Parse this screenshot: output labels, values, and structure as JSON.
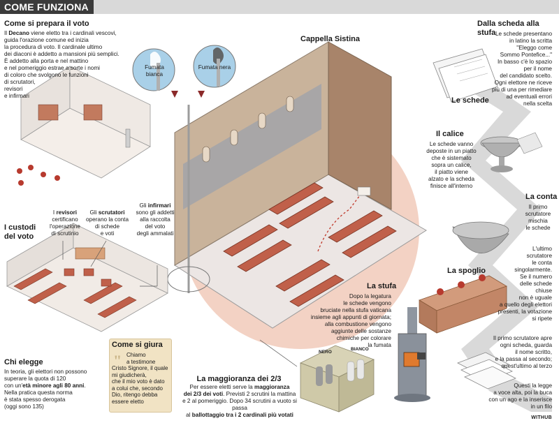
{
  "header": {
    "title": "COME FUNZIONA"
  },
  "colors": {
    "header_bar": "#3b3b3b",
    "chapel_red": "#b5533c",
    "smoke_sky": "#a9d0e8",
    "salmon_bg": "#f3d2c4",
    "path_grey": "#d0d0d0"
  },
  "prepara": {
    "title": "Come si prepara il voto",
    "text": [
      {
        "pre": "Il ",
        "bold": "Decano",
        "post": " viene eletto tra i cardinali vescovi,"
      },
      {
        "pre": "guida l'orazione comune ed inizia"
      },
      {
        "pre": "la procedura di voto. Il cardinale ultimo"
      },
      {
        "pre": "dei diaconi è addetto a mansioni più semplici."
      },
      {
        "pre": "È addetto alla porta e nel mattino"
      },
      {
        "pre": "e nel pomeriggio estrae a sorte i nomi"
      },
      {
        "pre": "di coloro che svolgono le funzioni"
      },
      {
        "pre": "di scrutatori,"
      },
      {
        "pre": "revisori"
      },
      {
        "pre": "e infirmari"
      }
    ]
  },
  "fumata": {
    "white": "Fumata bianca",
    "black": "Fumata nera"
  },
  "cappella": {
    "title": "Cappella Sistina"
  },
  "custodi": {
    "title_1": "I custodi",
    "title_2": "del voto",
    "revisori": {
      "pre": "I ",
      "bold": "revisori",
      "l2": "certificano",
      "l3": "l'operazione",
      "l4": "di scrutinio"
    },
    "scrutatori": {
      "pre": "Gli ",
      "bold": "scrutatori",
      "l2": "operano la conta",
      "l3": "di schede",
      "l4": "e voti"
    },
    "infirmari": {
      "pre": "Gli ",
      "bold": "infirmari",
      "l2": "sono gli addetti",
      "l3": "alla raccolta",
      "l4": "del voto",
      "l5": "degli ammalati"
    }
  },
  "elegge": {
    "title": "Chi elegge",
    "l1": "In teoria, gli elettori non possono",
    "l2": "superare la quota di 120",
    "l3_pre": "con un'",
    "l3_bold": "età minore agli 80 anni",
    "l3_post": ".",
    "l4": "Nella pratica questa norma",
    "l5": "è stata spesso derogata",
    "l6": "(oggi sono 135)"
  },
  "giura": {
    "title": "Come si giura",
    "lines": [
      "Chiamo",
      "a testimone",
      "Cristo Signore, il quale",
      "mi giudicherà,",
      "che il mio voto è dato",
      "a colui che, secondo",
      "Dio, ritengo debba",
      "essere eletto"
    ]
  },
  "maggioranza": {
    "title": "La maggioranza dei 2/3",
    "l1_pre": "Per essere eletti serve la ",
    "l1_bold": "maggioranza",
    "l2_bold": "dei 2/3 dei voti",
    "l2_post": ". Previsti 2 scrutini la mattina",
    "l3": "e 2 al pomeriggio. Dopo 34 scrutini a vuoto si passa",
    "l4_pre": "al ",
    "l4_bold": "ballottaggio tra i 2 cardinali più votati"
  },
  "stufa": {
    "title": "La stufa",
    "lines": [
      "Dopo la legatura",
      "le schede vengono",
      "bruciate nella stufa vaticana",
      "insieme agli appunti di giornata;",
      "alla combustione vengono",
      "aggiunte delle sostanze",
      "chimiche per colorare",
      "la fumata"
    ],
    "box_nero": "NERO",
    "box_bianco": "BIANCO"
  },
  "scheda": {
    "title": "Dalla scheda alla stufa",
    "lines": [
      "Le schede presentano",
      "in latino la scritta",
      "\"Eleggo come",
      "Sommo Pontefice...\"",
      "In basso c'è lo spazio",
      "per il nome",
      "del candidato scelto.",
      "Ogni elettore ne riceve",
      "più di una per rimediare",
      "ad eventuali errori",
      "nella scelta"
    ]
  },
  "schede_label": "Le schede",
  "calice": {
    "title": "Il calice",
    "lines": [
      "Le schede vanno",
      "deposte in un piatto",
      "che è sistemato",
      "sopra un calice,",
      "il piatto viene",
      "alzato e la scheda",
      "finisce all'interno"
    ]
  },
  "conta": {
    "title": "La conta",
    "lines": [
      "Il primo",
      "scrutatore",
      "mischia",
      "le schede"
    ]
  },
  "spoglio": {
    "title": "La spoglio",
    "lines": [
      "L'ultimo",
      "scrutatore",
      "le conta",
      "singolarmente.",
      "Se il numero",
      "delle schede",
      "chiuse",
      "non è uguale",
      "a quello degli elettori",
      "presenti, la votazione",
      "si ripete"
    ]
  },
  "apre": {
    "lines": [
      "Il primo scrutatore apre",
      "ogni scheda, guarda",
      "il nome scritto,",
      "e la passa al secondo;",
      "quest'ultimo al terzo"
    ]
  },
  "legge": {
    "lines": [
      "Questi la legge",
      "a voce alta, poi la buca",
      "con un ago e la inserisce",
      "in un filo"
    ]
  },
  "credit": "WITHUB"
}
